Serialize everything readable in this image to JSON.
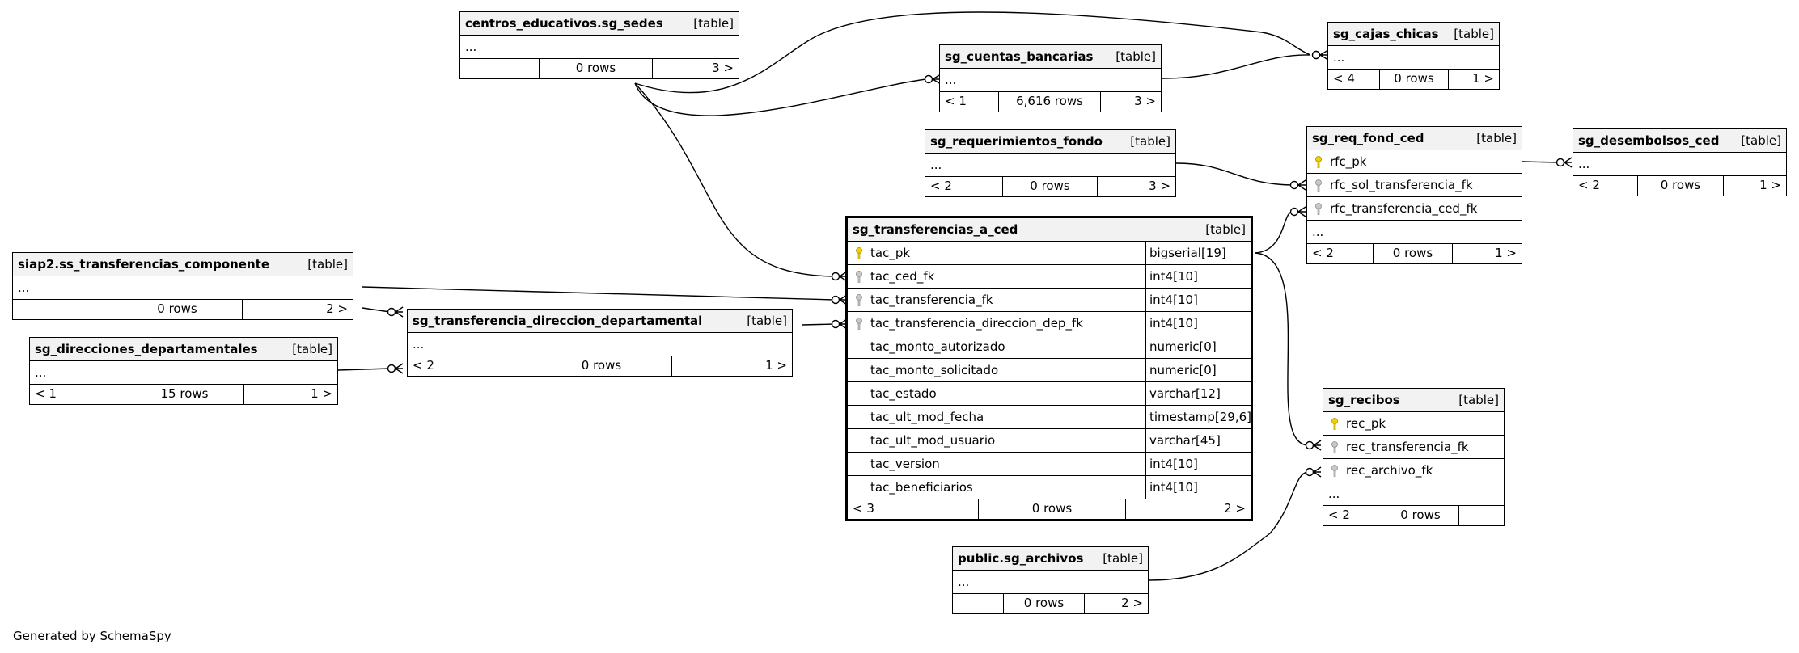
{
  "tag": "[table]",
  "ellipsis": "...",
  "credit": "Generated by SchemaSpy",
  "colors": {
    "pk_key": "#f5d000",
    "fk_key": "#a8a8a8",
    "header_bg": "#f2f2f2",
    "line": "#000000"
  },
  "tables": {
    "sedes": {
      "name": "centros_educativos.sg_sedes",
      "left": "",
      "rows": "0 rows",
      "right": "3 >"
    },
    "cuentas": {
      "name": "sg_cuentas_bancarias",
      "left": "< 1",
      "rows": "6,616 rows",
      "right": "3 >"
    },
    "cajas": {
      "name": "sg_cajas_chicas",
      "left": "< 4",
      "rows": "0 rows",
      "right": "1 >"
    },
    "requerimientos": {
      "name": "sg_requerimientos_fondo",
      "left": "< 2",
      "rows": "0 rows",
      "right": "3 >"
    },
    "reqfond": {
      "name": "sg_req_fond_ced",
      "columns": [
        {
          "name": "rfc_pk",
          "key": "pk"
        },
        {
          "name": "rfc_sol_transferencia_fk",
          "key": "fk"
        },
        {
          "name": "rfc_transferencia_ced_fk",
          "key": "fk"
        }
      ],
      "left": "< 2",
      "rows": "0 rows",
      "right": "1 >"
    },
    "desembolsos": {
      "name": "sg_desembolsos_ced",
      "left": "< 2",
      "rows": "0 rows",
      "right": "1 >"
    },
    "siap": {
      "name": "siap2.ss_transferencias_componente",
      "left": "",
      "rows": "0 rows",
      "right": "2 >"
    },
    "direcciones": {
      "name": "sg_direcciones_departamentales",
      "left": "< 1",
      "rows": "15 rows",
      "right": "1 >"
    },
    "transdir": {
      "name": "sg_transferencia_direccion_departamental",
      "left": "< 2",
      "rows": "0 rows",
      "right": "1 >"
    },
    "main": {
      "name": "sg_transferencias_a_ced",
      "columns": [
        {
          "name": "tac_pk",
          "type": "bigserial[19]",
          "key": "pk"
        },
        {
          "name": "tac_ced_fk",
          "type": "int4[10]",
          "key": "fk"
        },
        {
          "name": "tac_transferencia_fk",
          "type": "int4[10]",
          "key": "fk"
        },
        {
          "name": "tac_transferencia_direccion_dep_fk",
          "type": "int4[10]",
          "key": "fk"
        },
        {
          "name": "tac_monto_autorizado",
          "type": "numeric[0]",
          "key": ""
        },
        {
          "name": "tac_monto_solicitado",
          "type": "numeric[0]",
          "key": ""
        },
        {
          "name": "tac_estado",
          "type": "varchar[12]",
          "key": ""
        },
        {
          "name": "tac_ult_mod_fecha",
          "type": "timestamp[29,6]",
          "key": ""
        },
        {
          "name": "tac_ult_mod_usuario",
          "type": "varchar[45]",
          "key": ""
        },
        {
          "name": "tac_version",
          "type": "int4[10]",
          "key": ""
        },
        {
          "name": "tac_beneficiarios",
          "type": "int4[10]",
          "key": ""
        }
      ],
      "left": "< 3",
      "rows": "0 rows",
      "right": "2 >"
    },
    "recibos": {
      "name": "sg_recibos",
      "columns": [
        {
          "name": "rec_pk",
          "key": "pk"
        },
        {
          "name": "rec_transferencia_fk",
          "key": "fk"
        },
        {
          "name": "rec_archivo_fk",
          "key": "fk"
        }
      ],
      "left": "< 2",
      "rows": "0 rows",
      "right": ""
    },
    "archivos": {
      "name": "public.sg_archivos",
      "left": "",
      "rows": "0 rows",
      "right": "2 >"
    }
  }
}
